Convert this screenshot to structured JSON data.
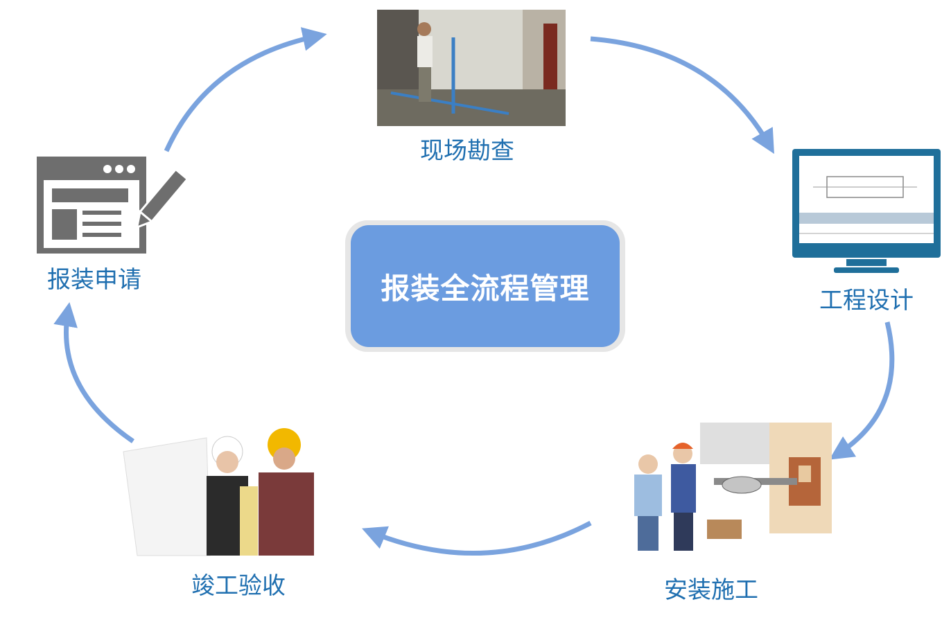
{
  "center": {
    "title": "报装全流程管理"
  },
  "steps": [
    {
      "label": "现场勘查"
    },
    {
      "label": "工程设计"
    },
    {
      "label": "安装施工"
    },
    {
      "label": "竣工验收"
    },
    {
      "label": "报装申请"
    }
  ],
  "colors": {
    "arrow": "#7aa3de",
    "label": "#1f6fb0",
    "center_fill": "#6b9ce0",
    "center_border": "#e6e6e6",
    "icon_gray": "#6e6e6e",
    "monitor": "#1f6f9a"
  }
}
